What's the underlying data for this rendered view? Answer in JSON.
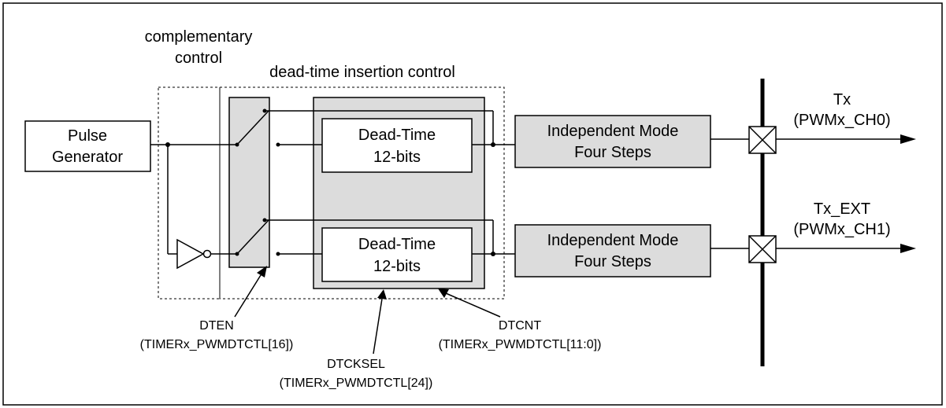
{
  "labels": {
    "complementary": "complementary",
    "control": "control",
    "deadtime_control": "dead-time insertion control",
    "pulse_line1": "Pulse",
    "pulse_line2": "Generator",
    "dt_top_line1": "Dead-Time",
    "dt_top_line2": "12-bits",
    "dt_bot_line1": "Dead-Time",
    "dt_bot_line2": "12-bits",
    "indep_top_line1": "Independent Mode",
    "indep_top_line2": "Four Steps",
    "indep_bot_line1": "Independent Mode",
    "indep_bot_line2": "Four Steps",
    "tx": "Tx",
    "tx_ch": "(PWMx_CH0)",
    "txext": "Tx_EXT",
    "txext_ch": "(PWMx_CH1)",
    "dten": "DTEN",
    "dten_reg": "(TIMERx_PWMDTCTL[16])",
    "dtcksel": "DTCKSEL",
    "dtcksel_reg": "(TIMERx_PWMDTCTL[24])",
    "dtcnt": "DTCNT",
    "dtcnt_reg": "(TIMERx_PWMDTCTL[11:0])"
  },
  "colors": {
    "block_fill": "#dcdcdc",
    "line": "#000000",
    "background": "#ffffff"
  }
}
